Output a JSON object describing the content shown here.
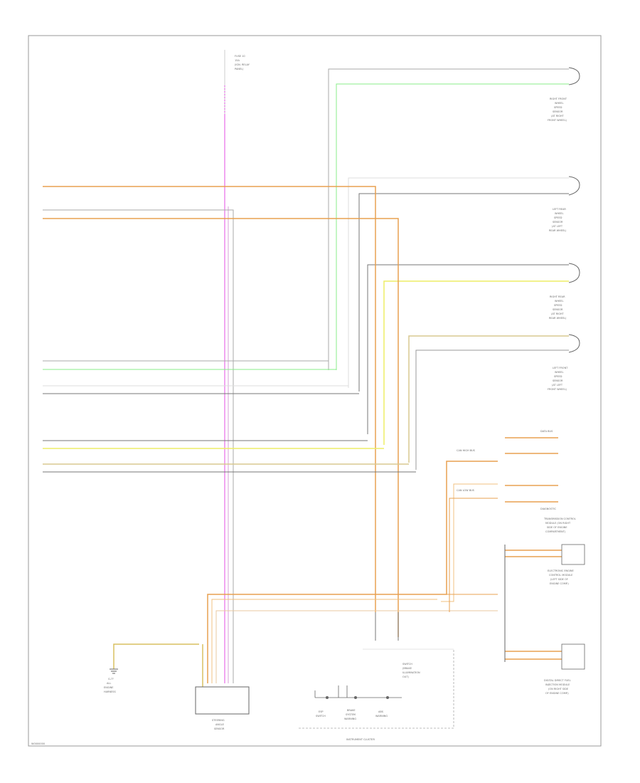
{
  "diagram": {
    "corner_code": "W0000000",
    "components": {
      "instrument_cluster": "INSTRUMENT CLUSTER",
      "ground_left": "G-??",
      "ground_left_desc": [
        "ALL",
        "ENGINE",
        "HARNESS"
      ],
      "steering_angle_sensor": [
        "STEERING",
        "ANGLE",
        "SENSOR"
      ],
      "switch_sub": [
        "SWITCH",
        "(BRAKE",
        "ILLUMINATION",
        "OUT)"
      ],
      "cluster_switches": [
        [
          "ESP",
          "SWITCH"
        ],
        [
          "BRAKE",
          "SYSTEM",
          "WARNING"
        ],
        [
          "ABS",
          "WARNING"
        ]
      ]
    },
    "sensors_right": [
      [
        "RIGHT FRONT",
        "WHEEL",
        "SPEED",
        "SENSOR",
        "(AT RIGHT",
        "FRONT WHEEL)"
      ],
      [
        "LEFT REAR",
        "WHEEL",
        "SPEED",
        "SENSOR",
        "(AT LEFT",
        "REAR WHEEL)"
      ],
      [
        "RIGHT REAR",
        "WHEEL",
        "SPEED",
        "SENSOR",
        "(AT RIGHT",
        "REAR WHEEL)"
      ],
      [
        "LEFT FRONT",
        "WHEEL",
        "SPEED",
        "SENSOR",
        "(AT LEFT",
        "FRONT WHEEL)"
      ]
    ],
    "mid_right_blocks": [
      [
        "TRANSMISSION CONTROL",
        "MODULE (ON RIGHT",
        "SIDE OF ENGINE",
        "COMPARTMENT)"
      ],
      [
        "ELECTRONIC ENGINE",
        "CONTROL MODULE",
        "(LEFT SIDE OF",
        "ENGINE COMP.)"
      ],
      [
        "DIGITAL DIRECT FUEL",
        "INJECTION MODULE",
        "(ON RIGHT SIDE",
        "OF ENGINE COMP.)"
      ]
    ],
    "top_fuse": [
      "FUSE 10",
      "15A",
      "(IGN. RELAY",
      "PANEL)"
    ],
    "labels_small": [
      "CAN HIGH BUS",
      "CAN LOW BUS",
      "DATA BUS",
      "DIAGNOSTIC"
    ]
  },
  "colors": {
    "border": "#9a9a9a",
    "wire_pink": "#ee88ee",
    "wire_orange": "#e8a050",
    "wire_orange_light": "#f0c080",
    "wire_green": "#88ee88",
    "wire_yellow": "#eeee66",
    "wire_gray": "#9a9a9a",
    "wire_gray_light": "#cccccc",
    "wire_dark": "#555555",
    "wire_tan": "#d8c890",
    "text": "#6a6a6a"
  }
}
